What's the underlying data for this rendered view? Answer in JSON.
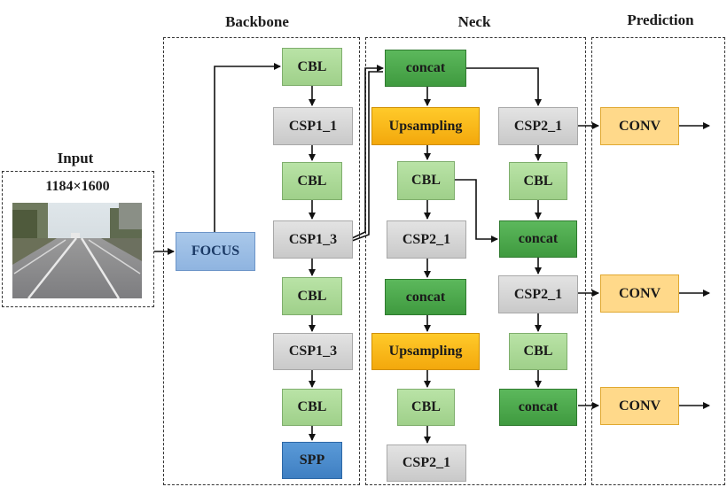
{
  "sections": {
    "input": "Input",
    "backbone": "Backbone",
    "neck": "Neck",
    "prediction": "Prediction"
  },
  "input_size": "1184×1600",
  "nodes": {
    "focus": "FOCUS",
    "bb_cbl1": "CBL",
    "bb_csp1_1": "CSP1_1",
    "bb_cbl2": "CBL",
    "bb_csp1_3a": "CSP1_3",
    "bb_cbl3": "CBL",
    "bb_csp1_3b": "CSP1_3",
    "bb_cbl4": "CBL",
    "bb_spp": "SPP",
    "nk_concat1": "concat",
    "nk_up1": "Upsampling",
    "nk_cbl1": "CBL",
    "nk_csp2_1a": "CSP2_1",
    "nk_concat2": "concat",
    "nk_up2": "Upsampling",
    "nk_cbl2": "CBL",
    "nk_csp2_1b": "CSP2_1",
    "nr_csp2_1a": "CSP2_1",
    "nr_cbl1": "CBL",
    "nr_concat1": "concat",
    "nr_csp2_1b": "CSP2_1",
    "nr_cbl2": "CBL",
    "nr_concat2": "concat",
    "conv1": "CONV",
    "conv2": "CONV",
    "conv3": "CONV"
  },
  "colors": {
    "cbl": "#a8d895",
    "csp": "#d4d4d4",
    "concat": "#4caf50",
    "upsampling": "#f7b515",
    "focus": "#9dbfe6",
    "spp": "#4a8ccd",
    "conv": "#ffd98a"
  }
}
